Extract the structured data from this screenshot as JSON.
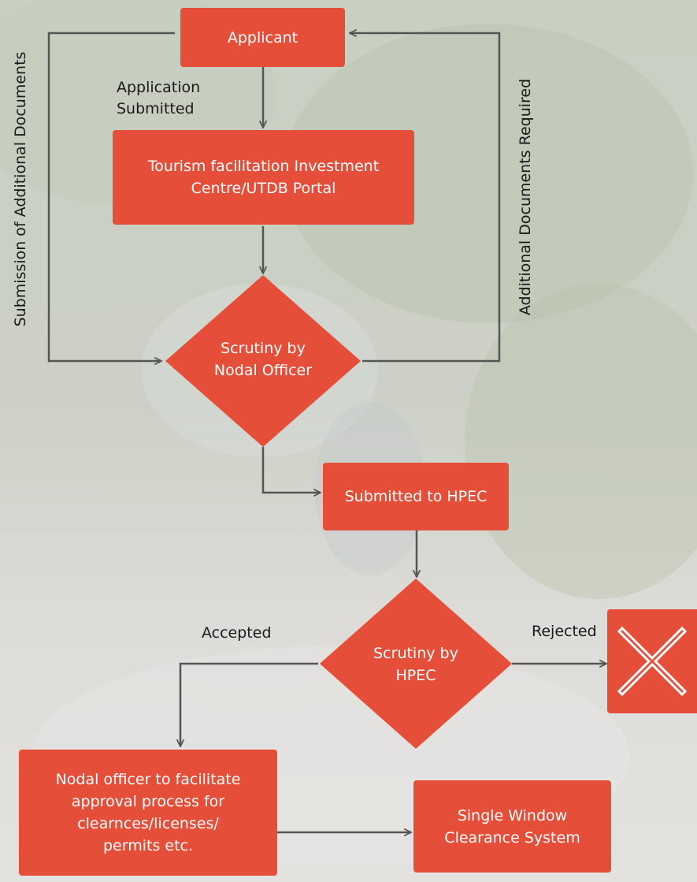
{
  "colors": {
    "box": "#e54e39",
    "arrow": "#555555",
    "text_on_box": "#ffffff",
    "label_text": "#1a1a1a"
  },
  "nodes": {
    "applicant": "Applicant",
    "portal_line1": "Tourism facilitation Investment",
    "portal_line2": "Centre/UTDB Portal",
    "nodal_scrutiny_line1": "Scrutiny by",
    "nodal_scrutiny_line2": "Nodal Officer",
    "submitted_hpec": "Submitted to HPEC",
    "hpec_scrutiny_line1": "Scrutiny by",
    "hpec_scrutiny_line2": "HPEC",
    "facilitate_line1": "Nodal officer to facilitate",
    "facilitate_line2": "approval process for",
    "facilitate_line3": "clearnces/licenses/",
    "facilitate_line4": "permits etc.",
    "swcs_line1": "Single Window",
    "swcs_line2": "Clearance System",
    "rejected_icon": "close-x-icon"
  },
  "edge_labels": {
    "application_submitted_line1": "Application",
    "application_submitted_line2": "Submitted",
    "submission_additional": "Submission of Additional Documents",
    "additional_required": "Additional Documents Required",
    "accepted": "Accepted",
    "rejected": "Rejected"
  }
}
